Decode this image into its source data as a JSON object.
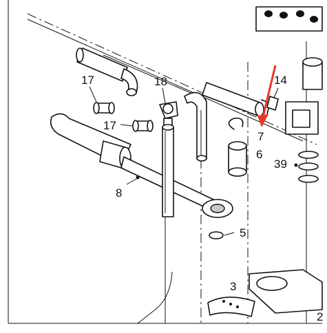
{
  "diagram": {
    "labels": {
      "p17a": "17",
      "p17b": "17",
      "p18": "18",
      "p14": "14",
      "p7": "7",
      "p6": "6",
      "p39": "39",
      "p8": "8",
      "p5": "5",
      "p3": "3",
      "p2": "2"
    },
    "colors": {
      "line": "#111111",
      "arrow": "#e8382a",
      "background": "#ffffff"
    }
  }
}
